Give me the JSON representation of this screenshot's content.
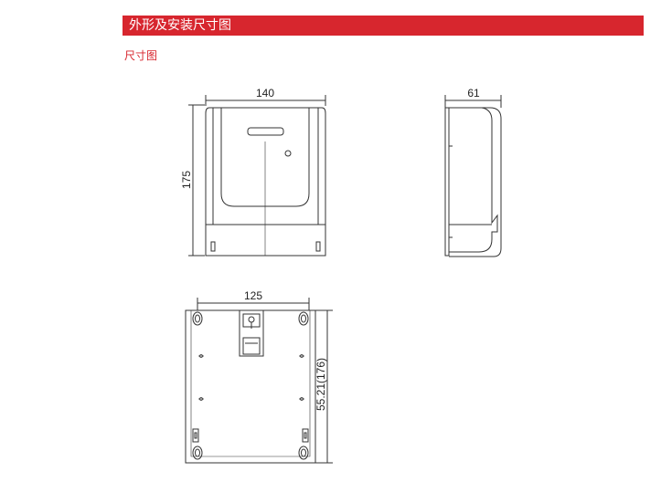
{
  "header": {
    "title": "外形及安装尺寸图",
    "subtitle": "尺寸图"
  },
  "dimensions": {
    "front_width": "140",
    "front_height": "175",
    "side_depth": "61",
    "back_width": "125",
    "back_height": "55.21(176)"
  },
  "colors": {
    "banner": "#d7262e",
    "subtitle": "#d7262e",
    "line": "#333333"
  }
}
